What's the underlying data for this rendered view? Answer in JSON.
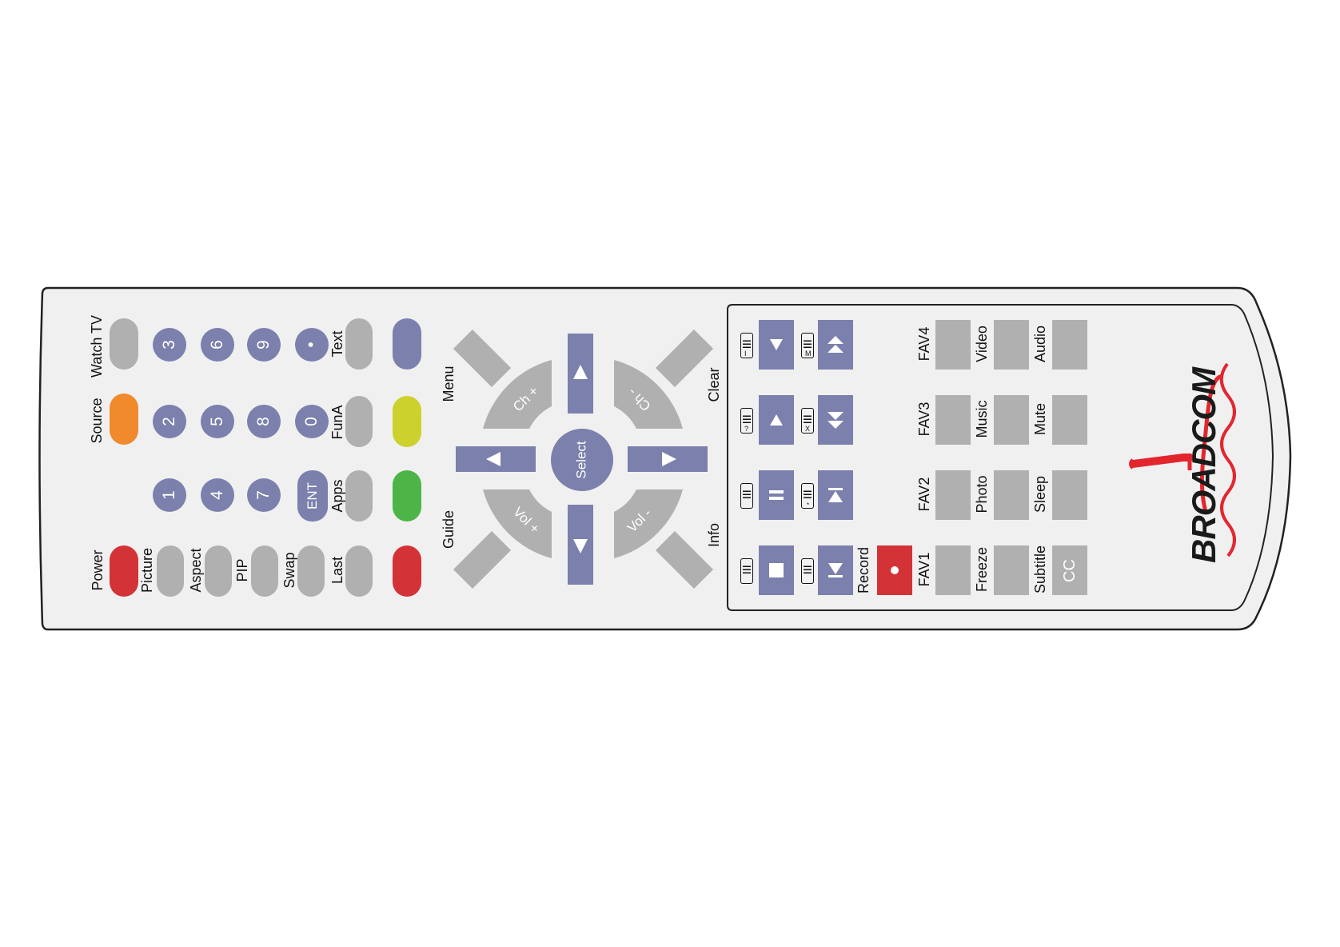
{
  "remote": {
    "brand": "BROADCOM",
    "colors": {
      "body": "#f0f0f0",
      "outline": "#222222",
      "gray_key": "#b0b0b0",
      "blue_key": "#7b80ac",
      "red": "#d33237",
      "orange": "#f08a2d",
      "yellow": "#cdd12e",
      "green": "#4db448",
      "logo_red": "#e3262e"
    },
    "left_labels": {
      "watch_tv": "Watch TV",
      "source": "Source",
      "power": "Power",
      "picture": "Picture",
      "aspect": "Aspect",
      "pip": "PIP",
      "swap": "Swap",
      "last": "Last",
      "text": "Text",
      "funa": "FunA",
      "apps": "Apps"
    },
    "numpad": {
      "n3": "3",
      "n6": "6",
      "n9": "9",
      "dot": "•",
      "n2": "2",
      "n5": "5",
      "n8": "8",
      "n0": "0",
      "n1": "1",
      "n4": "4",
      "n7": "7",
      "ent": "ENT"
    },
    "nav": {
      "menu": "Menu",
      "guide": "Guide",
      "clear": "Clear",
      "info": "Info",
      "select": "Select",
      "ch_plus": "Ch +",
      "ch_minus": "Ch -",
      "vol_plus": "Vol +",
      "vol_minus": "Vol -"
    },
    "panel_labels": {
      "record": "Record",
      "fav1": "FAV1",
      "fav2": "FAV2",
      "fav3": "FAV3",
      "fav4": "FAV4",
      "freeze": "Freeze",
      "photo": "Photo",
      "music": "Music",
      "video": "Video",
      "subtitle": "Subtitle",
      "sleep": "Sleep",
      "mute": "Mute",
      "audio": "Audio",
      "cc": "CC"
    },
    "icon_marks": {
      "i": "I",
      "m": "M",
      "q": "?",
      "x": "X",
      "o": "◔"
    }
  }
}
